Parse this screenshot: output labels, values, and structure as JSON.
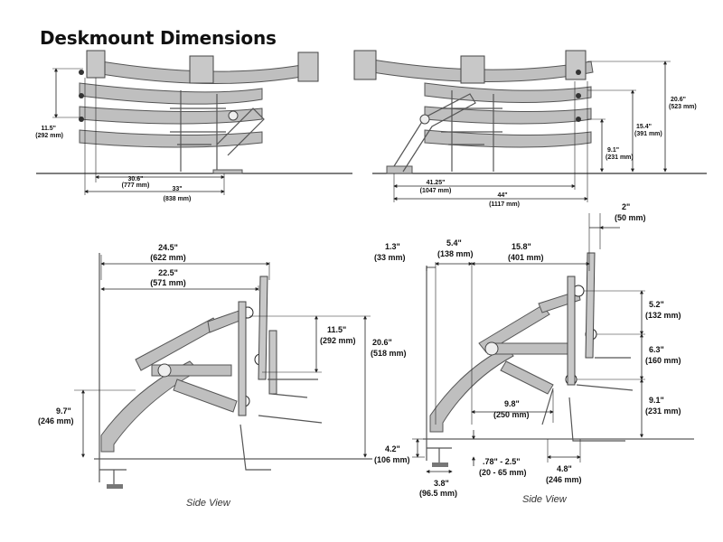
{
  "title": "Deskmount Dimensions",
  "top_left": {
    "height_in": "11.5\"",
    "height_mm": "(292 mm)",
    "d1_in": "30.6\"",
    "d1_mm": "(777 mm)",
    "d2_in": "33\"",
    "d2_mm": "(838 mm)"
  },
  "top_right": {
    "h1_in": "20.6\"",
    "h1_mm": "(523 mm)",
    "h2_in": "15.4\"",
    "h2_mm": "(391 mm)",
    "h3_in": "9.1\"",
    "h3_mm": "(231 mm)",
    "d1_in": "41.25\"",
    "d1_mm": "(1047 mm)",
    "d2_in": "44\"",
    "d2_mm": "(1117 mm)"
  },
  "bottom_left": {
    "w1_in": "24.5\"",
    "w1_mm": "(622 mm)",
    "w2_in": "22.5\"",
    "w2_mm": "(571 mm)",
    "h1_in": "11.5\"",
    "h1_mm": "(292 mm)",
    "h2_in": "20.6\"",
    "h2_mm": "(518 mm)",
    "h3_in": "9.7\"",
    "h3_mm": "(246 mm)",
    "caption": "Side View"
  },
  "bottom_right": {
    "a_in": "1.3\"",
    "a_mm": "(33  mm)",
    "b_in": "5.4\"",
    "b_mm": "(138 mm)",
    "c_in": "15.8\"",
    "c_mm": "(401 mm)",
    "d_in": "2\"",
    "d_mm": "(50 mm)",
    "e_in": "5.2\"",
    "e_mm": "(132 mm)",
    "f_in": "6.3\"",
    "f_mm": "(160 mm)",
    "g_in": "9.1\"",
    "g_mm": "(231 mm)",
    "h_in": "9.8\"",
    "h_mm": "(250 mm)",
    "i_in": "4.2\"",
    "i_mm": "(106 mm)",
    "j_in": "3.8\"",
    "j_mm": "(96.5 mm)",
    "k_in": ".78\" - 2.5\"",
    "k_mm": "(20 - 65 mm)",
    "l_in": "4.8\"",
    "l_mm": "(246 mm)",
    "caption": "Side View"
  }
}
